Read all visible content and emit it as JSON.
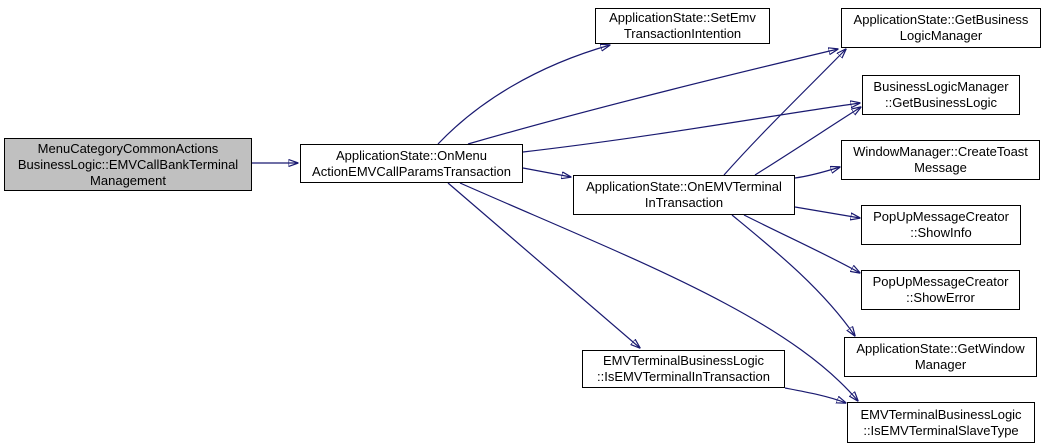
{
  "diagram": {
    "type": "doxygen-call-graph",
    "colors": {
      "edge": "#191970",
      "node_border": "#000000",
      "node_fill": "#ffffff",
      "highlight_fill": "#c0c0c0",
      "background": "#ffffff",
      "text": "#000000"
    },
    "nodes": {
      "menu_category_common_actions": {
        "label": "MenuCategoryCommonActions\nBusinessLogic::EMVCallBankTerminal\nManagement",
        "highlighted": true
      },
      "on_menu_action_emv_call_params_transaction": {
        "label": "ApplicationState::OnMenu\nActionEMVCallParamsTransaction",
        "highlighted": false
      },
      "set_emv_transaction_intention": {
        "label": "ApplicationState::SetEmv\nTransactionIntention",
        "highlighted": false
      },
      "get_business_logic_manager": {
        "label": "ApplicationState::GetBusiness\nLogicManager",
        "highlighted": false
      },
      "get_business_logic": {
        "label": "BusinessLogicManager\n::GetBusinessLogic",
        "highlighted": false
      },
      "create_toast_message": {
        "label": "WindowManager::CreateToast\nMessage",
        "highlighted": false
      },
      "on_emv_terminal_in_transaction": {
        "label": "ApplicationState::OnEMVTerminal\nInTransaction",
        "highlighted": false
      },
      "show_info": {
        "label": "PopUpMessageCreator\n::ShowInfo",
        "highlighted": false
      },
      "show_error": {
        "label": "PopUpMessageCreator\n::ShowError",
        "highlighted": false
      },
      "get_window_manager": {
        "label": "ApplicationState::GetWindow\nManager",
        "highlighted": false
      },
      "is_emv_terminal_in_transaction": {
        "label": "EMVTerminalBusinessLogic\n::IsEMVTerminalInTransaction",
        "highlighted": false
      },
      "is_emv_terminal_slave_type": {
        "label": "EMVTerminalBusinessLogic\n::IsEMVTerminalSlaveType",
        "highlighted": false
      }
    },
    "edges": [
      {
        "from": "menu_category_common_actions",
        "to": "on_menu_action_emv_call_params_transaction"
      },
      {
        "from": "on_menu_action_emv_call_params_transaction",
        "to": "set_emv_transaction_intention"
      },
      {
        "from": "on_menu_action_emv_call_params_transaction",
        "to": "get_business_logic_manager"
      },
      {
        "from": "on_menu_action_emv_call_params_transaction",
        "to": "get_business_logic"
      },
      {
        "from": "on_menu_action_emv_call_params_transaction",
        "to": "on_emv_terminal_in_transaction"
      },
      {
        "from": "on_menu_action_emv_call_params_transaction",
        "to": "is_emv_terminal_in_transaction"
      },
      {
        "from": "on_menu_action_emv_call_params_transaction",
        "to": "is_emv_terminal_slave_type"
      },
      {
        "from": "on_emv_terminal_in_transaction",
        "to": "get_business_logic_manager"
      },
      {
        "from": "on_emv_terminal_in_transaction",
        "to": "get_business_logic"
      },
      {
        "from": "on_emv_terminal_in_transaction",
        "to": "create_toast_message"
      },
      {
        "from": "on_emv_terminal_in_transaction",
        "to": "show_info"
      },
      {
        "from": "on_emv_terminal_in_transaction",
        "to": "show_error"
      },
      {
        "from": "on_emv_terminal_in_transaction",
        "to": "get_window_manager"
      },
      {
        "from": "is_emv_terminal_in_transaction",
        "to": "is_emv_terminal_slave_type"
      }
    ]
  }
}
